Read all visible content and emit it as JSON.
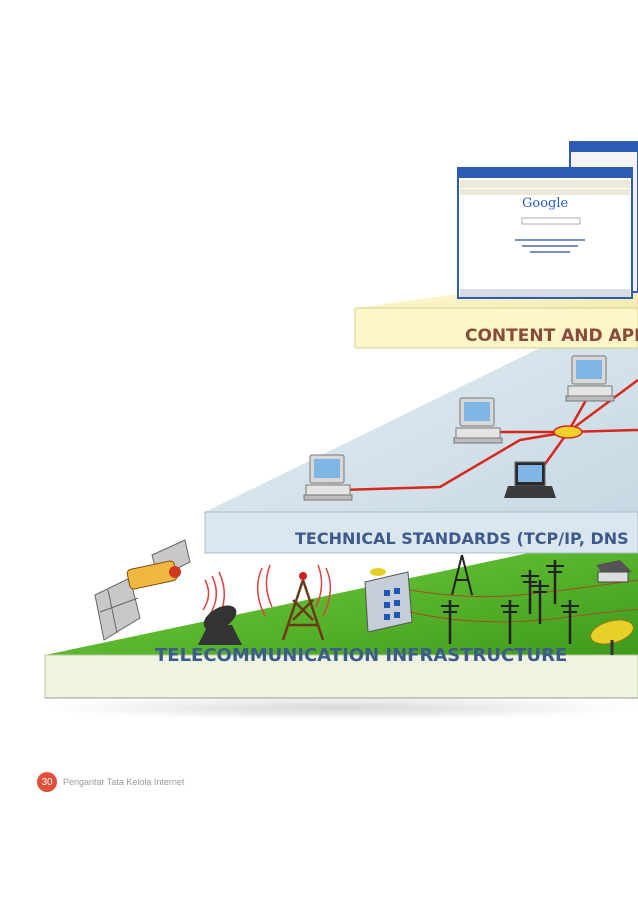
{
  "figure": {
    "layers": {
      "content": "CONTENT AND APP",
      "standards": "TECHNICAL STANDARDS (TCP/IP, DNS",
      "infrastructure": "TELECOMMUNICATION INFRASTRUCTURE"
    },
    "browser": {
      "logo": "Google"
    }
  },
  "footer": {
    "page_number": "30",
    "book_title": "Pengantar Tata Kelola Internet"
  },
  "colors": {
    "content_layer": "#fdf6c8",
    "standards_layer": "#d8e6ee",
    "infrastructure_green": "#5cb82e",
    "network_line": "#d8281e",
    "label_text": "#3d5a8c",
    "page_badge": "#e2503b"
  }
}
